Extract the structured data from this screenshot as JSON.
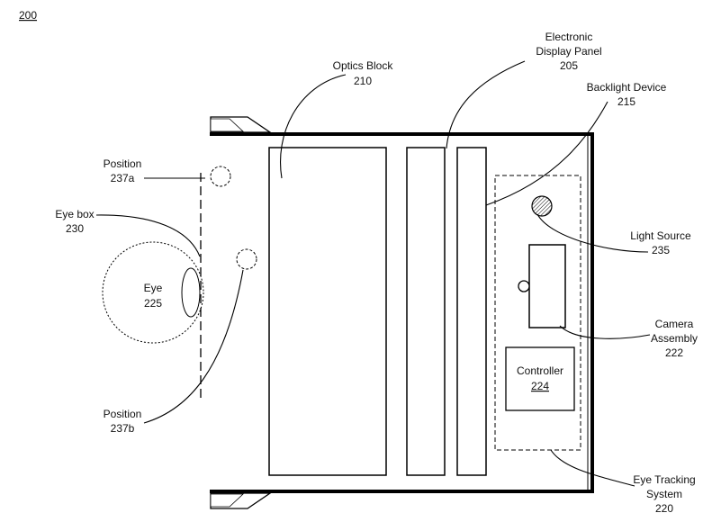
{
  "figure_number": "200",
  "labels": {
    "optics_block": [
      "Optics Block",
      "210"
    ],
    "electronic_display_panel": [
      "Electronic",
      "Display Panel",
      "205"
    ],
    "backlight_device": [
      "Backlight Device",
      "215"
    ],
    "position_a": [
      "Position",
      "237a"
    ],
    "eye_box": [
      "Eye box",
      "230"
    ],
    "eye": [
      "Eye",
      "225"
    ],
    "position_b": [
      "Position",
      "237b"
    ],
    "light_source": [
      "Light Source",
      "235"
    ],
    "camera_assembly": [
      "Camera",
      "Assembly",
      "222"
    ],
    "controller": [
      "Controller",
      "224"
    ],
    "eye_tracking_system": [
      "Eye Tracking",
      "System",
      "220"
    ]
  }
}
